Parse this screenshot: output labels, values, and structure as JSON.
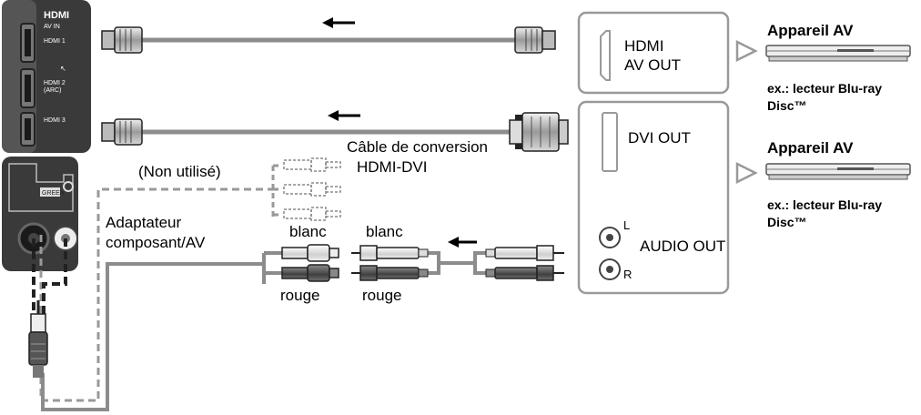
{
  "tv_panel_top": {
    "logo": "HDMI",
    "av_in": "AV IN",
    "port1": "HDMI 1",
    "port2a": "HDMI 2",
    "port2b": "(ARC)",
    "port3": "HDMI 3"
  },
  "tv_panel_bottom": {
    "green_label": "GREEN"
  },
  "device_hdmi": {
    "port_line1": "HDMI",
    "port_line2": "AV OUT"
  },
  "device_dvi": {
    "port": "DVI OUT",
    "audio_out": "AUDIO OUT",
    "audio_left": "L",
    "audio_right": "R"
  },
  "labels": {
    "conversion_line1": "Câble de conversion",
    "conversion_line2": "HDMI-DVI",
    "not_used": "(Non utilisé)",
    "adapter_line1": "Adaptateur",
    "adapter_line2": "composant/AV",
    "white_1": "blanc",
    "white_2": "blanc",
    "red_1": "rouge",
    "red_2": "rouge"
  },
  "av_device_1": {
    "title": "Appareil AV",
    "example_line1": "ex.: lecteur Blu-ray",
    "example_line2": "Disc™"
  },
  "av_device_2": {
    "title": "Appareil AV",
    "example_line1": "ex.: lecteur Blu-ray",
    "example_line2": "Disc™"
  },
  "colors": {
    "panel": "#3a3a3a",
    "cable": "#8c8c8c",
    "outline": "#999999"
  }
}
